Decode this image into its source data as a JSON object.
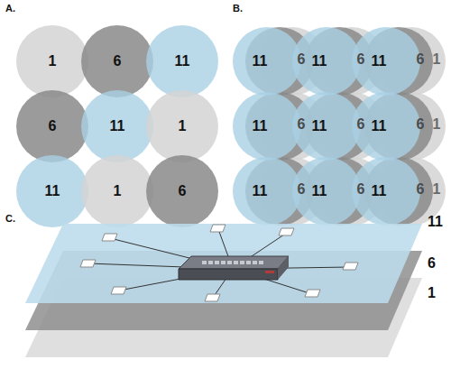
{
  "diagram": {
    "nodes": [
      {
        "text": [
          "1"
        ]
      },
      {
        "text": [
          "6"
        ]
      },
      {
        "text": [
          "11"
        ]
      },
      {
        "text": [
          "6"
        ]
      },
      {
        "text": [
          "11"
        ]
      },
      {
        "text": [
          "1"
        ]
      },
      {
        "text": [
          "11"
        ]
      },
      {
        "text": [
          "1"
        ]
      },
      {
        "text": [
          "6"
        ]
      },
      {
        "text": [
          "11"
        ]
      },
      {
        "text": [
          "6"
        ]
      },
      {
        "text": [
          "11"
        ]
      },
      {
        "text": [
          "6"
        ]
      },
      {
        "text": [
          "11"
        ]
      },
      {
        "text": [
          "6"
        ]
      },
      {
        "text": [
          "1"
        ]
      },
      {
        "text": [
          "11"
        ]
      },
      {
        "text": [
          "6"
        ]
      },
      {
        "text": [
          "11"
        ]
      },
      {
        "text": [
          "6"
        ]
      },
      {
        "text": [
          "11"
        ]
      },
      {
        "text": [
          "6"
        ]
      },
      {
        "text": [
          "1"
        ]
      },
      {
        "text": [
          "11"
        ]
      },
      {
        "text": [
          "6"
        ]
      },
      {
        "text": [
          "11"
        ]
      },
      {
        "text": [
          "6"
        ]
      },
      {
        "text": [
          "11"
        ]
      },
      {
        "text": [
          "6"
        ]
      },
      {
        "text": [
          "1"
        ]
      },
      {
        "text": [
          "11"
        ]
      },
      {
        "text": [
          "6"
        ]
      },
      {
        "text": [
          "1"
        ]
      }
    ],
    "labels": [
      "A.",
      "B.",
      "C."
    ]
  }
}
